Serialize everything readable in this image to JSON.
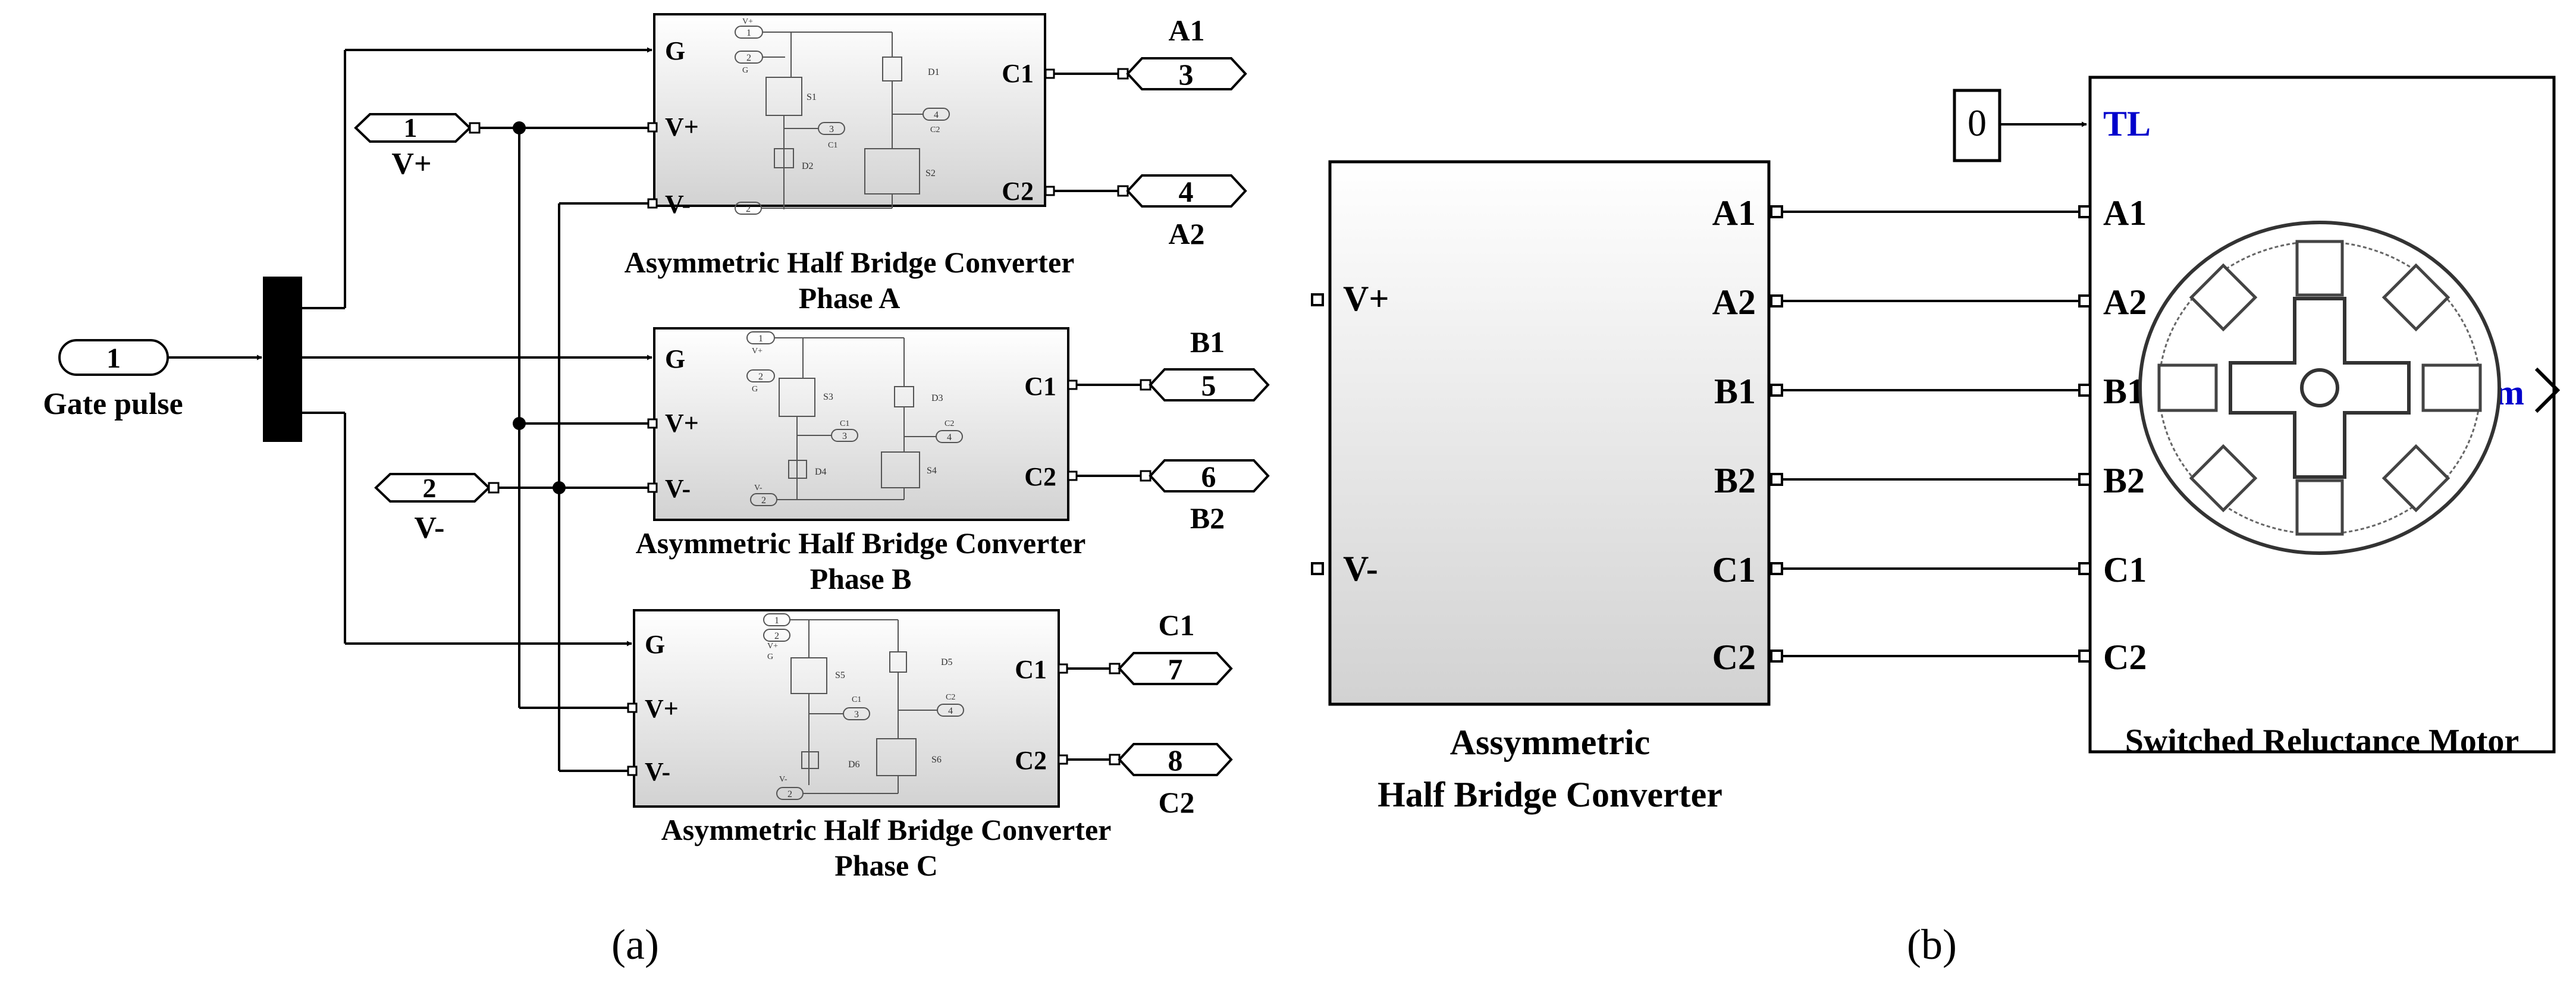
{
  "panel_a": {
    "inputs": [
      {
        "num": "1",
        "label": "Gate pulse"
      },
      {
        "num": "1",
        "label": "V+"
      },
      {
        "num": "2",
        "label": "V-"
      }
    ],
    "blocks": [
      {
        "title": "Asymmetric Half Bridge Converter",
        "phase": "Phase A",
        "ports_in": [
          "G",
          "V+",
          "V-"
        ],
        "ports_out": [
          "C1",
          "C2"
        ],
        "out_tags": [
          {
            "num": "3",
            "label": "A1"
          },
          {
            "num": "4",
            "label": "A2"
          }
        ],
        "inner": {
          "in": [
            "1",
            "2",
            "3",
            "4"
          ],
          "in_labels": [
            "V+",
            "G",
            "C1",
            "C2"
          ],
          "switches": [
            "S1",
            "S2"
          ],
          "diodes": [
            "D1",
            "D2"
          ],
          "neg": "V-"
        }
      },
      {
        "title": "Asymmetric Half Bridge Converter",
        "phase": "Phase B",
        "ports_in": [
          "G",
          "V+",
          "V-"
        ],
        "ports_out": [
          "C1",
          "C2"
        ],
        "out_tags": [
          {
            "num": "5",
            "label": "B1"
          },
          {
            "num": "6",
            "label": "B2"
          }
        ],
        "inner": {
          "in": [
            "1",
            "2",
            "3",
            "4"
          ],
          "in_labels": [
            "V+",
            "G",
            "C1",
            "C2"
          ],
          "switches": [
            "S3",
            "S4"
          ],
          "diodes": [
            "D3",
            "D4"
          ],
          "neg": "V-"
        }
      },
      {
        "title": "Asymmetric Half Bridge Converter",
        "phase": "Phase C",
        "ports_in": [
          "G",
          "V+",
          "V-"
        ],
        "ports_out": [
          "C1",
          "C2"
        ],
        "out_tags": [
          {
            "num": "7",
            "label": "C1"
          },
          {
            "num": "8",
            "label": "C2"
          }
        ],
        "inner": {
          "in": [
            "1",
            "2",
            "3",
            "4"
          ],
          "in_labels": [
            "V+",
            "G",
            "C1",
            "C2"
          ],
          "switches": [
            "S5",
            "S6"
          ],
          "diodes": [
            "D5",
            "D6"
          ],
          "neg": "V-"
        }
      }
    ],
    "caption": "(a)"
  },
  "panel_b": {
    "converter": {
      "ports_in": [
        "V+",
        "V-"
      ],
      "ports_out": [
        "A1",
        "A2",
        "B1",
        "B2",
        "C1",
        "C2"
      ],
      "title_line1": "Assymmetric",
      "title_line2": "Half Bridge Converter"
    },
    "constant": "0",
    "motor": {
      "ports_in": [
        "TL",
        "A1",
        "A2",
        "B1",
        "B2",
        "C1",
        "C2"
      ],
      "port_out": "m",
      "title": "Switched Reluctance Motor"
    },
    "caption": "(b)"
  },
  "colors": {
    "port_blue": "#0000cc",
    "block_fill_top": "#ffffff",
    "block_fill_bottom": "#d4d4d4"
  }
}
